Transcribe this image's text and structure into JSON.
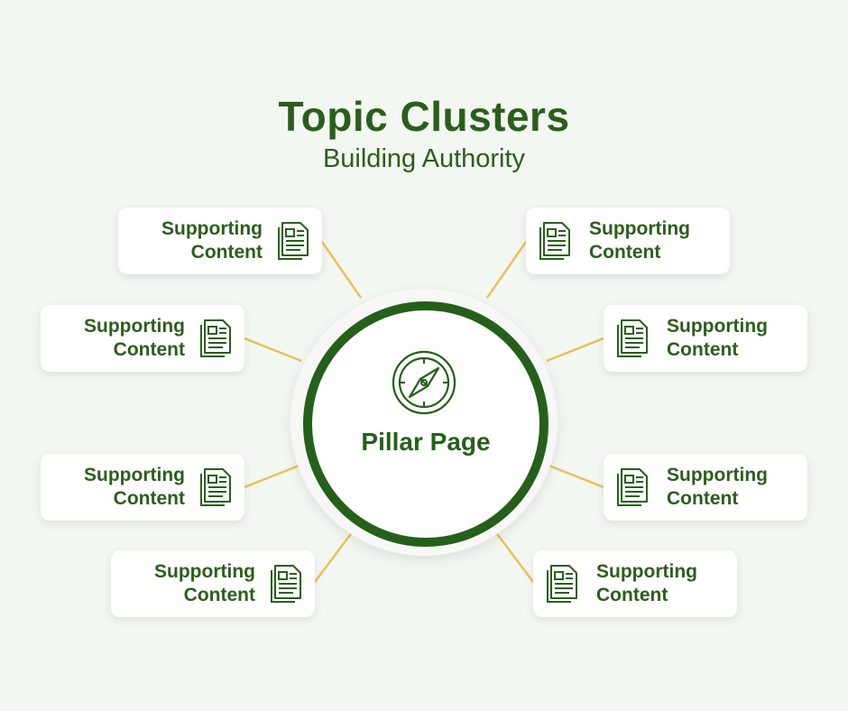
{
  "header": {
    "title": "Topic Clusters",
    "subtitle": "Building Authority"
  },
  "center": {
    "label": "Pillar Page",
    "icon": "compass-icon"
  },
  "cards": [
    {
      "line1": "Supporting",
      "line2": "Content",
      "icon": "document-icon",
      "side": "left"
    },
    {
      "line1": "Supporting",
      "line2": "Content",
      "icon": "document-icon",
      "side": "left"
    },
    {
      "line1": "Supporting",
      "line2": "Content",
      "icon": "document-icon",
      "side": "left"
    },
    {
      "line1": "Supporting",
      "line2": "Content",
      "icon": "document-icon",
      "side": "left"
    },
    {
      "line1": "Supporting",
      "line2": "Content",
      "icon": "document-icon",
      "side": "right"
    },
    {
      "line1": "Supporting",
      "line2": "Content",
      "icon": "document-icon",
      "side": "right"
    },
    {
      "line1": "Supporting",
      "line2": "Content",
      "icon": "document-icon",
      "side": "right"
    },
    {
      "line1": "Supporting",
      "line2": "Content",
      "icon": "document-icon",
      "side": "right"
    }
  ],
  "colors": {
    "primary_green": "#25601a",
    "text_green": "#2b5e1c",
    "connector_gold": "#e8c25a",
    "background": "#f3f7f1"
  }
}
